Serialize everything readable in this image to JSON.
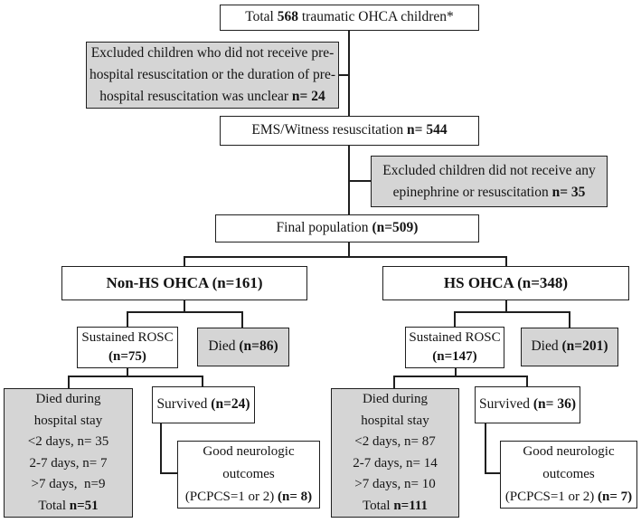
{
  "figure": {
    "description": "Flow diagram of traumatic OHCA children study population"
  },
  "colors": {
    "gray_fill": "#d5d5d5",
    "white_fill": "#ffffff",
    "border": "#1f1f1f",
    "text": "#141414"
  },
  "boxes": {
    "total": {
      "pre": "Total ",
      "n": "568",
      "post": " traumatic OHCA children*"
    },
    "excluded_prehospital": {
      "line1": "Excluded children who did not receive pre-",
      "line2": "hospital resuscitation or the duration of pre-",
      "line3": "hospital resuscitation was unclear ",
      "n": "n= 24"
    },
    "ems_witness": {
      "label": "EMS/Witness resuscitation ",
      "n": "n= 544"
    },
    "excluded_epinephrine": {
      "line1": "Excluded children did not receive any",
      "line2": "epinephrine or resuscitation ",
      "n": "n= 35"
    },
    "final_population": {
      "label": "Final population ",
      "n": "(n=509)"
    },
    "non_hs": {
      "label": "Non-HS OHCA (n=161)"
    },
    "hs": {
      "label": "HS OHCA (n=348)"
    },
    "rosc_non_hs": {
      "label": "Sustained ROSC",
      "n": "(n=75)"
    },
    "died_non_hs": {
      "label": "Died ",
      "n": "(n=86)"
    },
    "rosc_hs": {
      "label": "Sustained ROSC",
      "n": "(n=147)"
    },
    "died_hs": {
      "label": "Died ",
      "n": "(n=201)"
    },
    "died_stay_non_hs": {
      "line1": "Died during",
      "line2": "hospital stay",
      "line3": "<2 days, n= 35",
      "line4": "2-7 days, n= 7",
      "line5": ">7 days,  n=9",
      "line6": "Total ",
      "n": "n=51"
    },
    "survived_non_hs": {
      "label": "Survived ",
      "n": "(n=24)"
    },
    "good_neuro_non_hs": {
      "line1": "Good neurologic",
      "line2": "outcomes",
      "line3": "(PCPCS=1 or 2) ",
      "n": "(n= 8)"
    },
    "died_stay_hs": {
      "line1": "Died during",
      "line2": "hospital stay",
      "line3": "<2 days, n= 87",
      "line4": "2-7 days, n= 14",
      "line5": ">7 days, n= 10",
      "line6": "Total ",
      "n": "n=111"
    },
    "survived_hs": {
      "label": "Survived ",
      "n": "(n= 36)"
    },
    "good_neuro_hs": {
      "line1": "Good neurologic",
      "line2": "outcomes",
      "line3": "(PCPCS=1 or 2) ",
      "n": "(n= 7)"
    }
  }
}
